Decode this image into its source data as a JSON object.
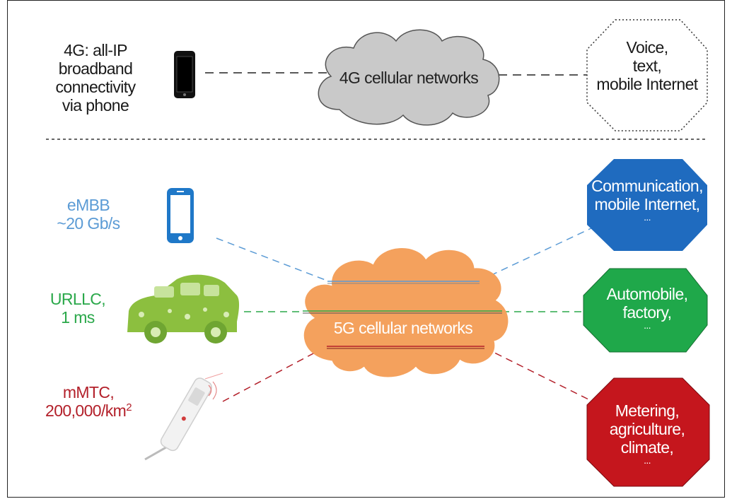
{
  "row_4g": {
    "label_lines": [
      "4G: all-IP",
      "broadband",
      "connectivity",
      "via phone"
    ],
    "cloud_label": "4G cellular networks",
    "outcome_lines": [
      "Voice,",
      "text,",
      "mobile Internet"
    ]
  },
  "cloud_5g": {
    "label": "5G cellular networks"
  },
  "embb": {
    "label_lines": [
      "eMBB",
      "~20 Gb/s"
    ],
    "outcome_lines": [
      "Communication,",
      "mobile Internet,",
      "..."
    ],
    "color": "#5b9bd5",
    "outcome_color": "#1f6bbf"
  },
  "urllc": {
    "label_lines": [
      "URLLC,",
      "1 ms"
    ],
    "outcome_lines": [
      "Automobile,",
      "factory,",
      "..."
    ],
    "color": "#2aa84a",
    "outcome_color": "#1fa84a"
  },
  "mmtc": {
    "label_line1": "mMTC,",
    "label_line2_base": "200,000/km",
    "label_line2_sup": "2",
    "outcome_lines": [
      "Metering,",
      "agriculture,",
      "climate,",
      "..."
    ],
    "color": "#b3202a",
    "outcome_color": "#c5161d"
  },
  "icons": [
    "smartphone-black-icon",
    "smartphone-blue-icon",
    "green-car-icon",
    "sensor-device-icon"
  ]
}
